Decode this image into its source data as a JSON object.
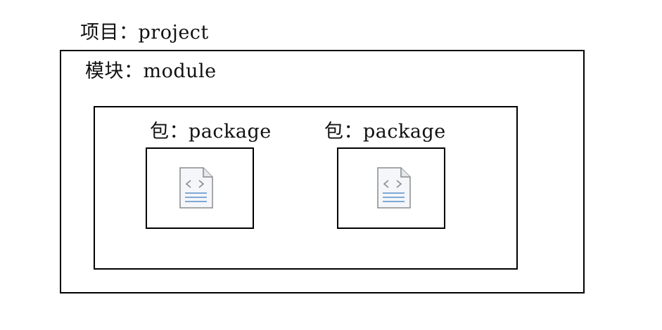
{
  "project": {
    "label": "项目：project"
  },
  "module": {
    "label": "模块：module"
  },
  "packages": [
    {
      "label": "包：package",
      "icon": "code-file-icon"
    },
    {
      "label": "包：package",
      "icon": "code-file-icon"
    }
  ],
  "colors": {
    "border": "#000000",
    "icon_outline": "#8a8a8a",
    "icon_fill": "#f4f6f9",
    "icon_lines": "#5b8fc9"
  }
}
